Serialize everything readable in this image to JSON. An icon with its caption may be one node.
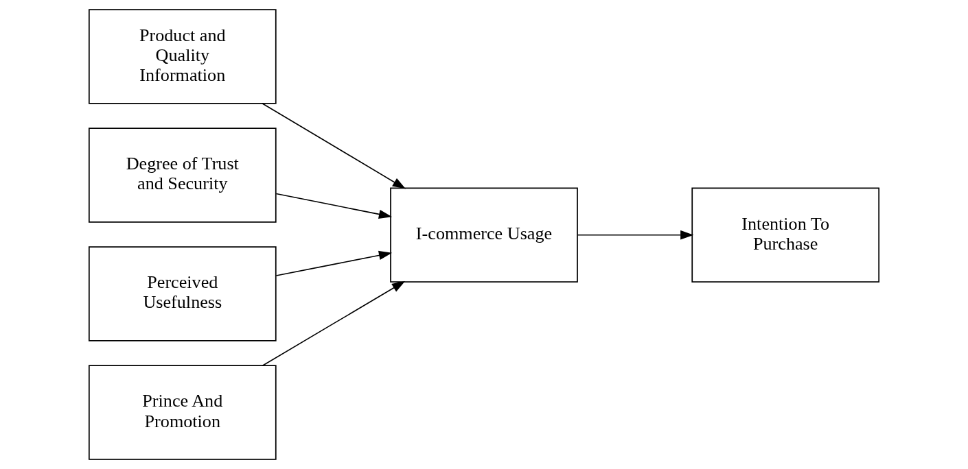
{
  "diagram": {
    "nodes": [
      {
        "text": [
          "Product and Quality Information"
        ]
      },
      {
        "text": [
          "Degree of Trust and Security"
        ]
      },
      {
        "text": [
          "Perceived Usefulness"
        ]
      },
      {
        "text": [
          "Prince And Promotion"
        ]
      },
      {
        "text": [
          "I-commerce Usage"
        ]
      },
      {
        "text": [
          "Intention To Purchase"
        ]
      }
    ],
    "edges": [
      {
        "from": 0,
        "to": 4,
        "arrow": "to"
      },
      {
        "from": 1,
        "to": 4,
        "arrow": "to"
      },
      {
        "from": 2,
        "to": 4,
        "arrow": "to"
      },
      {
        "from": 3,
        "to": 4,
        "arrow": "to"
      },
      {
        "from": 4,
        "to": 5,
        "arrow": "to"
      }
    ]
  }
}
